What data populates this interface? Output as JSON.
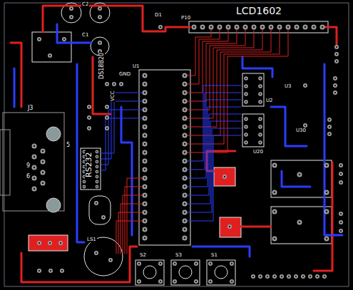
{
  "diagram": {
    "labels": [
      "LCD1602",
      "P10",
      "D1",
      "C1",
      "C2",
      "DS18B20",
      "GND",
      "U1",
      "J3",
      "RS232",
      "5",
      "9",
      "6",
      "LS1",
      "S2",
      "S3",
      "S1",
      "U2",
      "U20",
      "U3",
      "U30",
      "VCC"
    ]
  }
}
